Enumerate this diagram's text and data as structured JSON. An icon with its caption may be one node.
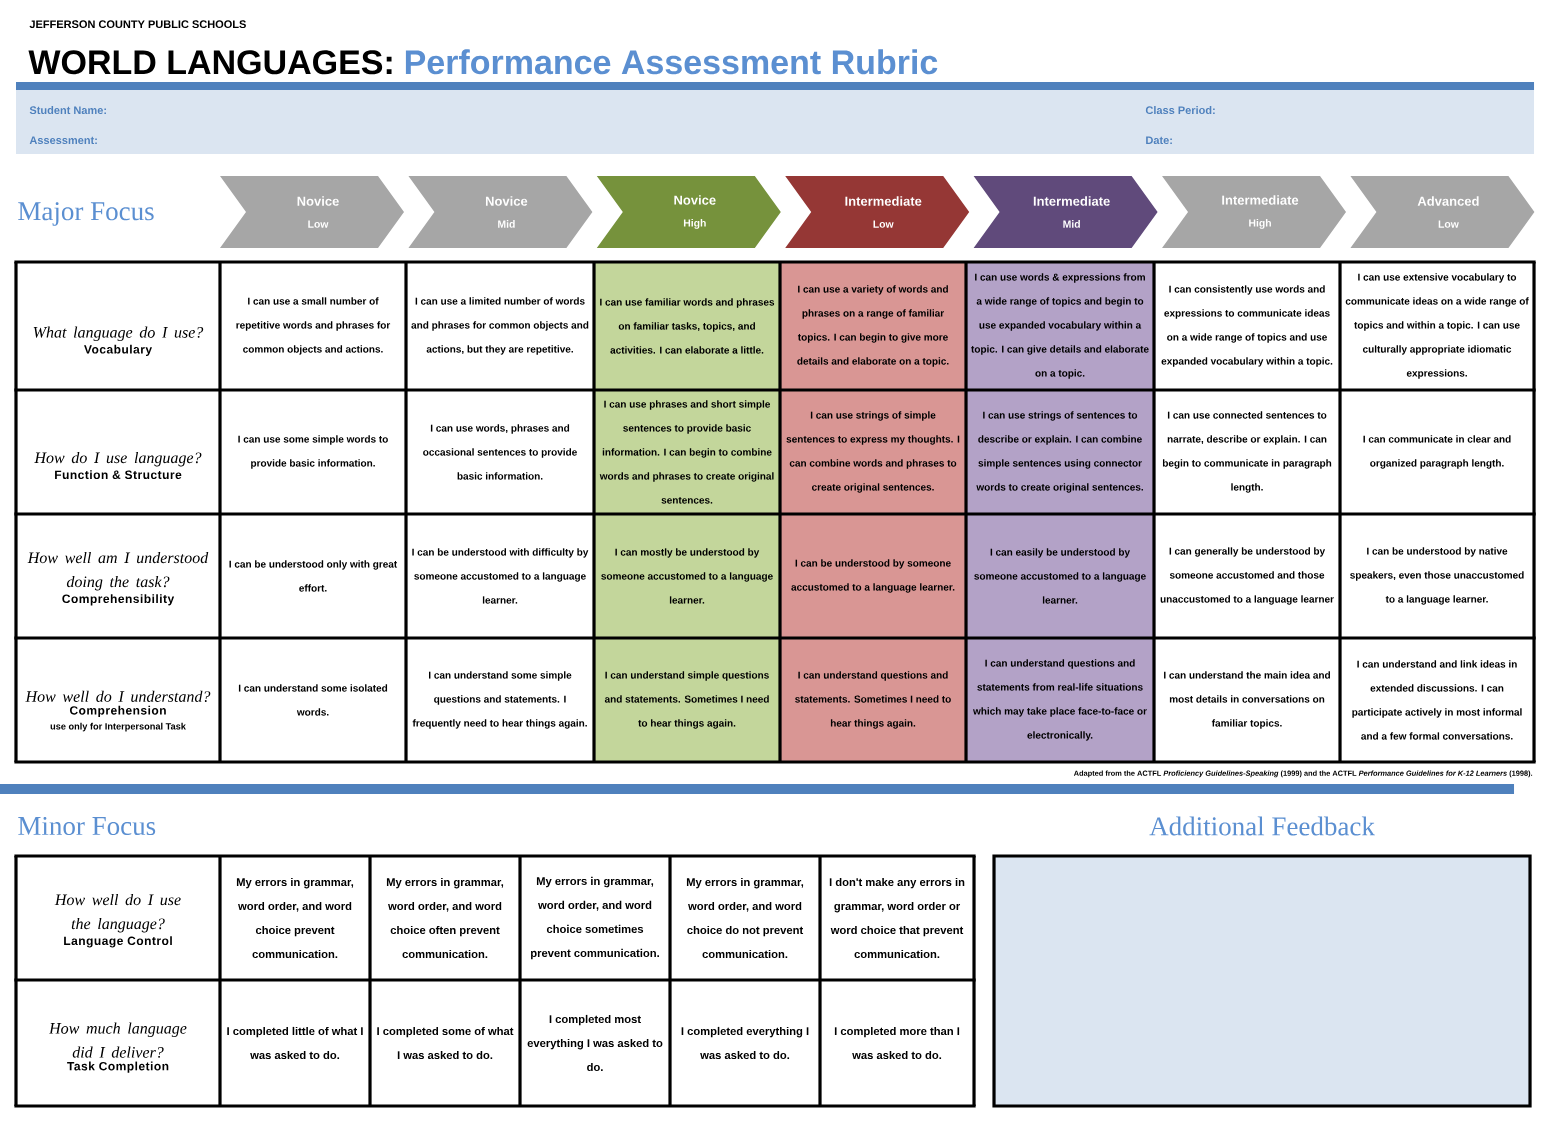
{
  "diagram": {
    "title": "WORLD LANGUAGES:",
    "nodes": [
      {
        "text": [
          "Novice",
          "Low"
        ]
      },
      {
        "text": [
          "Novice",
          "Mid"
        ]
      },
      {
        "text": [
          "Novice",
          "High"
        ]
      },
      {
        "text": [
          "Intermediate",
          "Low"
        ]
      },
      {
        "text": [
          "Intermediate",
          "Mid"
        ]
      },
      {
        "text": [
          "Intermediate",
          "High"
        ]
      },
      {
        "text": [
          "Advanced",
          "Low"
        ]
      },
      {
        "text": [
          "Additional Feedback"
        ]
      }
    ],
    "labels": [
      "JEFFERSON COUNTY PUBLIC SCHOOLS",
      "Performance Assessment Rubric",
      "Student Name:",
      "Class Period:",
      "Assessment:",
      "Date:",
      "Major Focus",
      "What language do I use?",
      "Vocabulary",
      "I can use a small number of repetitive words and phrases for common objects and actions.",
      "I can use a limited number of words and phrases for common objects and actions, but they are repetitive.",
      "I can use familiar words and phrases on familiar tasks, topics, and activities. I can elaborate a little.",
      "I can use a variety of words and phrases on a range of familiar topics. I can begin to give more details and elaborate on a topic.",
      "I can use words & expressions from a wide range of topics and begin to use expanded vocabulary within a topic. I can give details and elaborate on a topic.",
      "I can consistently use words and expressions to communicate ideas on a wide range of topics and use expanded vocabulary within a topic.",
      "I can use extensive vocabulary to communicate ideas on a wide range of topics and within a topic. I can use culturally appropriate idiomatic expressions.",
      "How do I use language?",
      "Function & Structure",
      "I can use some simple words to provide basic information.",
      "I can use words, phrases and occasional sentences to provide basic information.",
      "I can use phrases and short simple sentences to provide basic information. I can begin to combine words and phrases to create original sentences.",
      "I can use strings of simple sentences to express my thoughts. I can combine words and phrases to create original sentences.",
      "I can use strings of sentences to describe or explain. I can combine simple sentences using connector words to create original sentences.",
      "I can use connected sentences to narrate, describe or explain. I can begin to communicate in paragraph length.",
      "I can communicate in clear and organized paragraph length.",
      "How well am I understood doing the task?",
      "Comprehensibility",
      "I can be understood only with great effort.",
      "I can be understood with difficulty by someone accustomed to a language learner.",
      "I can mostly be understood by someone accustomed to a language learner.",
      "I can be understood by someone accustomed to a language learner.",
      "I can easily be understood by someone accustomed to a language learner.",
      "I can generally be understood by someone accustomed and those unaccustomed to a language learner",
      "I can be understood by native speakers, even those unaccustomed to a language learner.",
      "How well do I understand?",
      "Comprehension",
      "use only for Interpersonal Task",
      "I can understand some isolated words.",
      "I can understand some simple questions and statements. I frequently need to hear things again.",
      "I can understand simple questions and statements. Sometimes I need to hear things again.",
      "I can understand questions and statements. Sometimes I need to hear things again.",
      "I can understand questions and statements from real-life situations which may take place face-to-face or electronically.",
      "I can understand the main idea and most details in conversations on familiar topics.",
      "I can understand and link ideas in extended discussions. I can participate actively in most informal and a few formal conversations.",
      "Adapted from the ACTFL *Proficiency Guidelines-Speaking* (1999) and the ACTFL *Performance Guidelines for K-12 Learners* (1998).",
      "Minor Focus",
      "How well do I use the language?",
      "Language Control",
      "My errors in grammar, word order, and word choice prevent communication.",
      "My errors in grammar, word order, and word choice often prevent communication.",
      "My errors in grammar, word order, and word choice sometimes prevent communication.",
      "My errors in grammar, word order, and word choice do not prevent communication.",
      "I don't make any errors in grammar, word order or word choice that prevent communication.",
      "How much language did I deliver?",
      "Task Completion",
      "I completed little of what I was asked to do.",
      "I completed some of what I was asked to do.",
      "I completed most everything I was asked to do.",
      "I completed everything I was asked to do.",
      "I completed more than I was asked to do."
    ]
  }
}
